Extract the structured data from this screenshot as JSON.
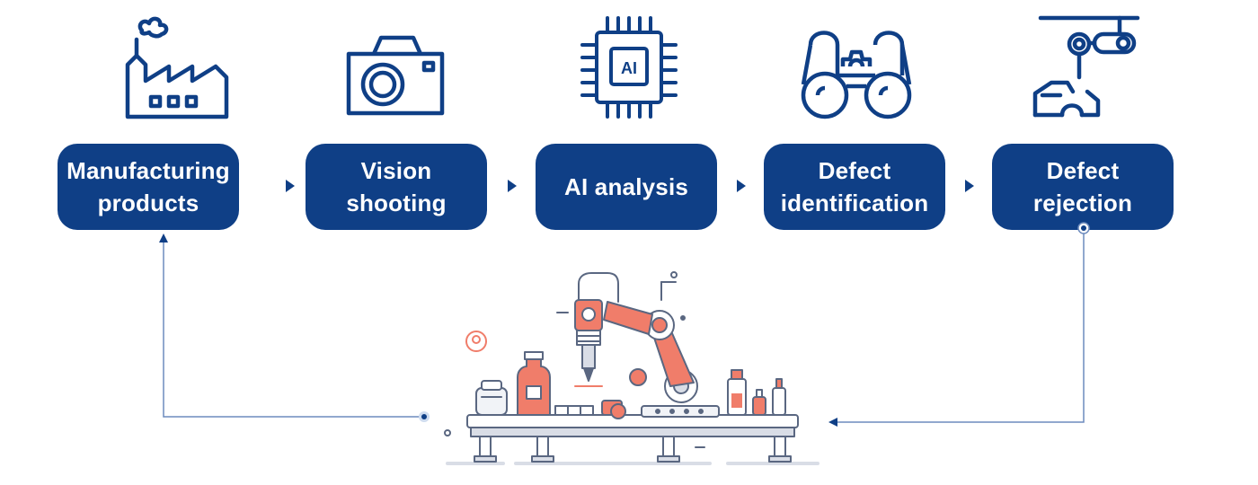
{
  "steps": [
    {
      "label": "Manufacturing\nproducts",
      "icon": "factory-icon"
    },
    {
      "label": "Vision\nshooting",
      "icon": "camera-icon"
    },
    {
      "label": "AI analysis",
      "icon": "ai-chip-icon",
      "chip_text": "AI"
    },
    {
      "label": "Defect\nidentification",
      "icon": "binoculars-gear-icon"
    },
    {
      "label": "Defect\nrejection",
      "icon": "robot-arm-car-icon"
    }
  ],
  "colors": {
    "primary": "#0f3f86",
    "accent": "#f07d6a",
    "connector": "#6d8bbd",
    "machine_gray": "#d9dde6"
  },
  "illustration": "robotic-assembly-line-illustration"
}
